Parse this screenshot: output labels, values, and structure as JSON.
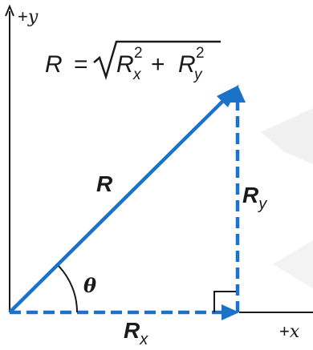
{
  "colors": {
    "vector": "#1a73c8",
    "axis": "#1a1a1a",
    "text": "#1a1a1a",
    "watermark": "#f0f0f0"
  },
  "axes": {
    "x_label_sign": "+",
    "x_label_var": "x",
    "y_label_sign": "+",
    "y_label_var": "y"
  },
  "formula": {
    "lhs": "R",
    "equals": "=",
    "term1_base": "R",
    "term1_sub": "x",
    "term1_sup": "2",
    "plus": "+",
    "term2_base": "R",
    "term2_sub": "y",
    "term2_sup": "2"
  },
  "vectors": {
    "resultant": "R",
    "x_component_base": "R",
    "x_component_sub": "x",
    "y_component_base": "R",
    "y_component_sub": "y"
  },
  "angle": {
    "symbol": "θ"
  },
  "icons": {
    "right_angle": "right-angle-mark-icon",
    "arrowheads": "arrowhead-icon"
  }
}
